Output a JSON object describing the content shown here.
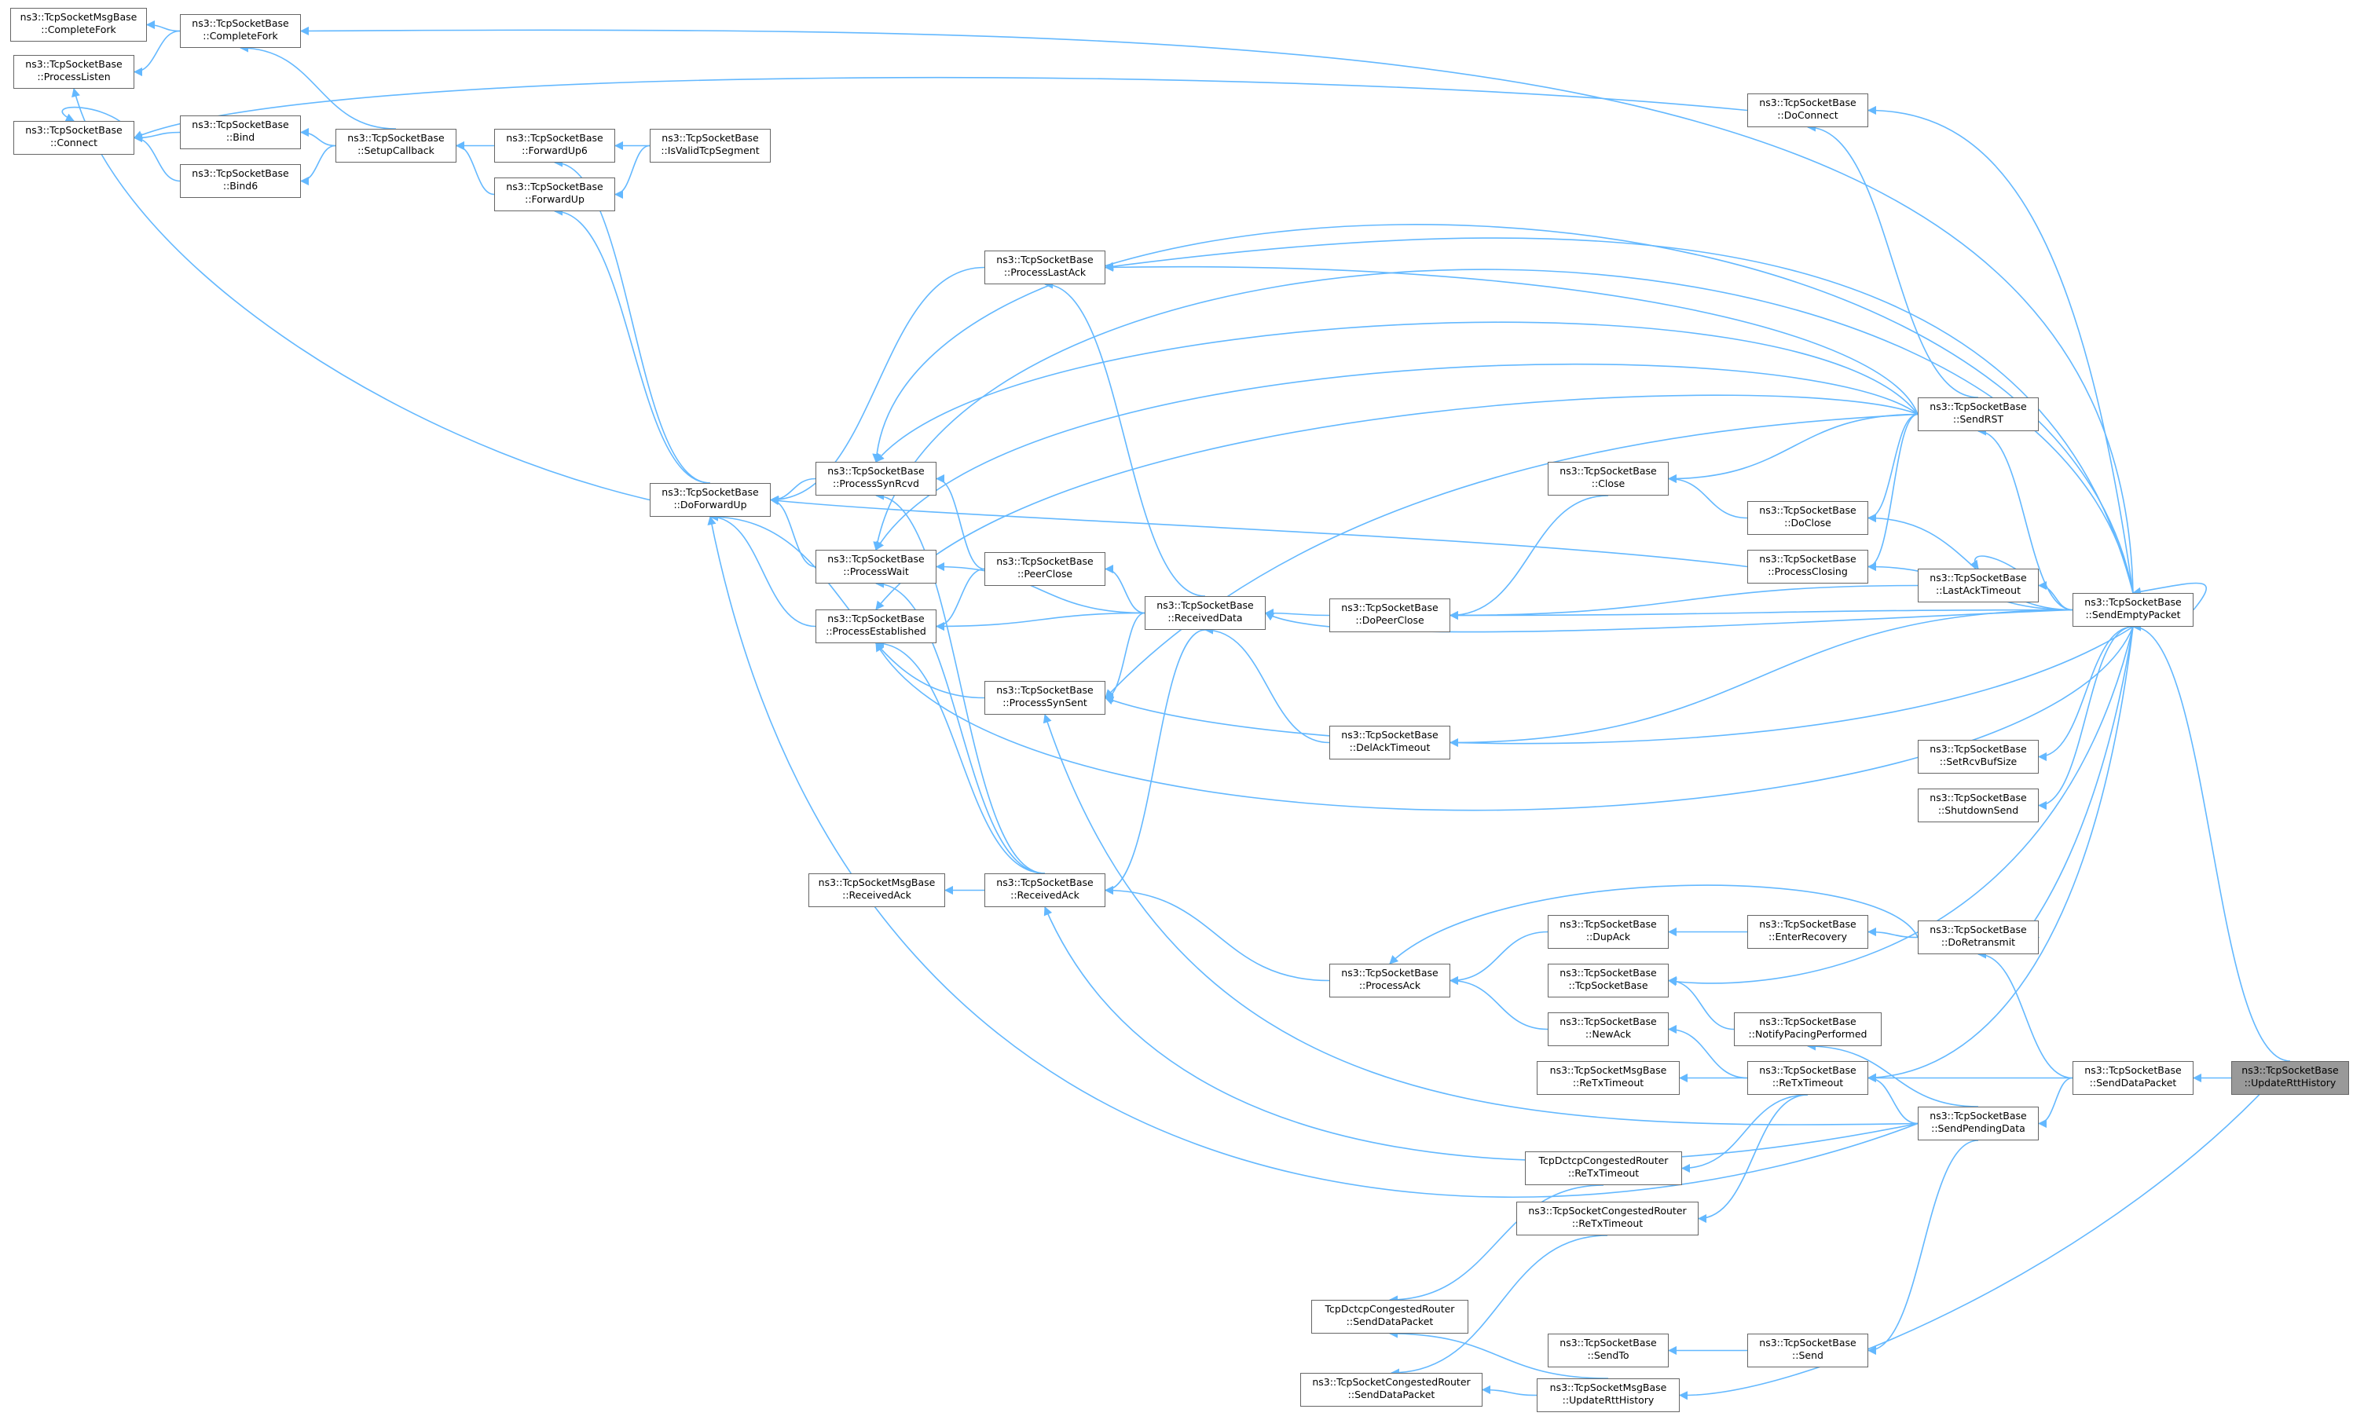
{
  "colors": {
    "edge": "#63b8ff",
    "node_border": "#666666",
    "current_fill": "#999999"
  },
  "nodes": [
    {
      "id": "msg_completefork",
      "lines": [
        "ns3::TcpSocketMsgBase",
        "::CompleteFork"
      ]
    },
    {
      "id": "completefork",
      "lines": [
        "ns3::TcpSocketBase",
        "::CompleteFork"
      ]
    },
    {
      "id": "processlisten",
      "lines": [
        "ns3::TcpSocketBase",
        "::ProcessListen"
      ]
    },
    {
      "id": "connect",
      "lines": [
        "ns3::TcpSocketBase",
        "::Connect"
      ]
    },
    {
      "id": "bind",
      "lines": [
        "ns3::TcpSocketBase",
        "::Bind"
      ]
    },
    {
      "id": "bind6",
      "lines": [
        "ns3::TcpSocketBase",
        "::Bind6"
      ]
    },
    {
      "id": "setupcallback",
      "lines": [
        "ns3::TcpSocketBase",
        "::SetupCallback"
      ]
    },
    {
      "id": "forwardup6",
      "lines": [
        "ns3::TcpSocketBase",
        "::ForwardUp6"
      ]
    },
    {
      "id": "forwardup",
      "lines": [
        "ns3::TcpSocketBase",
        "::ForwardUp"
      ]
    },
    {
      "id": "isvalidtcpsegment",
      "lines": [
        "ns3::TcpSocketBase",
        "::IsValidTcpSegment"
      ]
    },
    {
      "id": "doconnect",
      "lines": [
        "ns3::TcpSocketBase",
        "::DoConnect"
      ]
    },
    {
      "id": "processlastack",
      "lines": [
        "ns3::TcpSocketBase",
        "::ProcessLastAck"
      ]
    },
    {
      "id": "sendrst",
      "lines": [
        "ns3::TcpSocketBase",
        "::SendRST"
      ]
    },
    {
      "id": "close",
      "lines": [
        "ns3::TcpSocketBase",
        "::Close"
      ]
    },
    {
      "id": "doclose",
      "lines": [
        "ns3::TcpSocketBase",
        "::DoClose"
      ]
    },
    {
      "id": "processclosing",
      "lines": [
        "ns3::TcpSocketBase",
        "::ProcessClosing"
      ]
    },
    {
      "id": "lastacktimeout",
      "lines": [
        "ns3::TcpSocketBase",
        "::LastAckTimeout"
      ]
    },
    {
      "id": "sendemptypacket",
      "lines": [
        "ns3::TcpSocketBase",
        "::SendEmptyPacket"
      ]
    },
    {
      "id": "doforwardup",
      "lines": [
        "ns3::TcpSocketBase",
        "::DoForwardUp"
      ]
    },
    {
      "id": "processsynrcvd",
      "lines": [
        "ns3::TcpSocketBase",
        "::ProcessSynRcvd"
      ]
    },
    {
      "id": "processwait",
      "lines": [
        "ns3::TcpSocketBase",
        "::ProcessWait"
      ]
    },
    {
      "id": "processestablished",
      "lines": [
        "ns3::TcpSocketBase",
        "::ProcessEstablished"
      ]
    },
    {
      "id": "peerclose",
      "lines": [
        "ns3::TcpSocketBase",
        "::PeerClose"
      ]
    },
    {
      "id": "receiveddata",
      "lines": [
        "ns3::TcpSocketBase",
        "::ReceivedData"
      ]
    },
    {
      "id": "dopeerclose",
      "lines": [
        "ns3::TcpSocketBase",
        "::DoPeerClose"
      ]
    },
    {
      "id": "processsynsent",
      "lines": [
        "ns3::TcpSocketBase",
        "::ProcessSynSent"
      ]
    },
    {
      "id": "delacktimeout",
      "lines": [
        "ns3::TcpSocketBase",
        "::DelAckTimeout"
      ]
    },
    {
      "id": "setrcvbufsize",
      "lines": [
        "ns3::TcpSocketBase",
        "::SetRcvBufSize"
      ]
    },
    {
      "id": "shutdownsend",
      "lines": [
        "ns3::TcpSocketBase",
        "::ShutdownSend"
      ]
    },
    {
      "id": "msg_receivedack",
      "lines": [
        "ns3::TcpSocketMsgBase",
        "::ReceivedAck"
      ]
    },
    {
      "id": "receivedack",
      "lines": [
        "ns3::TcpSocketBase",
        "::ReceivedAck"
      ]
    },
    {
      "id": "dupack",
      "lines": [
        "ns3::TcpSocketBase",
        "::DupAck"
      ]
    },
    {
      "id": "enterrecovery",
      "lines": [
        "ns3::TcpSocketBase",
        "::EnterRecovery"
      ]
    },
    {
      "id": "doretransmit",
      "lines": [
        "ns3::TcpSocketBase",
        "::DoRetransmit"
      ]
    },
    {
      "id": "processack",
      "lines": [
        "ns3::TcpSocketBase",
        "::ProcessAck"
      ]
    },
    {
      "id": "tcpsocketbase",
      "lines": [
        "ns3::TcpSocketBase",
        "::TcpSocketBase"
      ]
    },
    {
      "id": "notifypacing",
      "lines": [
        "ns3::TcpSocketBase",
        "::NotifyPacingPerformed"
      ]
    },
    {
      "id": "newack",
      "lines": [
        "ns3::TcpSocketBase",
        "::NewAck"
      ]
    },
    {
      "id": "msg_retxtimeout",
      "lines": [
        "ns3::TcpSocketMsgBase",
        "::ReTxTimeout"
      ]
    },
    {
      "id": "retxtimeout",
      "lines": [
        "ns3::TcpSocketBase",
        "::ReTxTimeout"
      ]
    },
    {
      "id": "senddatapacket",
      "lines": [
        "ns3::TcpSocketBase",
        "::SendDataPacket"
      ]
    },
    {
      "id": "updatertthistory",
      "lines": [
        "ns3::TcpSocketBase",
        "::UpdateRttHistory"
      ],
      "current": true
    },
    {
      "id": "sendpendingdata",
      "lines": [
        "ns3::TcpSocketBase",
        "::SendPendingData"
      ]
    },
    {
      "id": "dctcp_retx",
      "lines": [
        "TcpDctcpCongestedRouter",
        "::ReTxTimeout"
      ]
    },
    {
      "id": "congested_retx",
      "lines": [
        "ns3::TcpSocketCongestedRouter",
        "::ReTxTimeout"
      ]
    },
    {
      "id": "dctcp_send",
      "lines": [
        "TcpDctcpCongestedRouter",
        "::SendDataPacket"
      ]
    },
    {
      "id": "sendto",
      "lines": [
        "ns3::TcpSocketBase",
        "::SendTo"
      ]
    },
    {
      "id": "send",
      "lines": [
        "ns3::TcpSocketBase",
        "::Send"
      ]
    },
    {
      "id": "congested_send",
      "lines": [
        "ns3::TcpSocketCongestedRouter",
        "::SendDataPacket"
      ]
    },
    {
      "id": "msg_updatertt",
      "lines": [
        "ns3::TcpSocketMsgBase",
        "::UpdateRttHistory"
      ]
    }
  ]
}
